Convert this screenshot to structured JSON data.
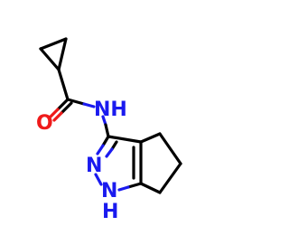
{
  "molecule": {
    "atoms": {
      "amide_n": {
        "label": "NH",
        "element": "N"
      },
      "carbonyl_o": {
        "label": "O",
        "element": "O"
      },
      "ring_n2": {
        "label": "N",
        "element": "N"
      },
      "ring_n1": {
        "label": "NH",
        "element": "N",
        "hydrogen": "H"
      }
    }
  },
  "colors": {
    "carbon": "#000000",
    "nitrogen": "#1a1aef",
    "oxygen": "#ef1a1a",
    "background": "#ffffff"
  }
}
